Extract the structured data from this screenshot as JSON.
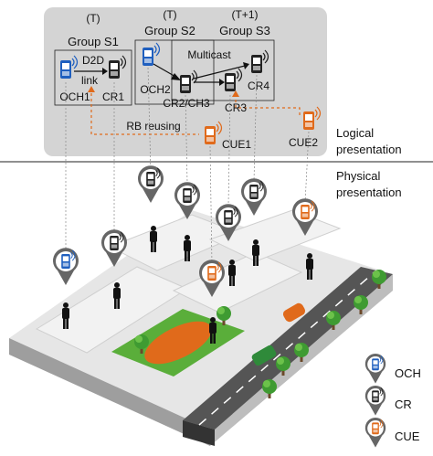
{
  "logical": {
    "groups": [
      {
        "label": "Group S1",
        "slot": "(T)"
      },
      {
        "label": "Group S2",
        "slot": "(T)"
      },
      {
        "label": "Group S3",
        "slot": "(T+1)"
      }
    ],
    "d2d_label": "D2D",
    "link_label": "link",
    "multicast_label": "Multicast",
    "rb_reusing_label": "RB reusing",
    "nodes": {
      "och1": "OCH1",
      "cr1": "CR1",
      "och2": "OCH2",
      "cr2cr3": "CR2/CH3",
      "cr3": "CR3",
      "cr4": "CR4",
      "cue1": "CUE1",
      "cue2": "CUE2"
    }
  },
  "section_labels": {
    "logical_line1": "Logical",
    "logical_line2": "presentation",
    "physical_line1": "Physical",
    "physical_line2": "presentation"
  },
  "legend": [
    {
      "label": "OCH",
      "color": "#1f5fbf"
    },
    {
      "label": "CR",
      "color": "#222222"
    },
    {
      "label": "CUE",
      "color": "#e06a1b"
    }
  ],
  "colors": {
    "panel": "#d4d4d4",
    "och": "#1f5fbf",
    "cr": "#222222",
    "cue": "#e06a1b",
    "rb_line": "#e06a1b",
    "ground": "#e4e4e4",
    "road": "#555555",
    "park": "#e06a1b",
    "grass": "#5aae3a"
  }
}
